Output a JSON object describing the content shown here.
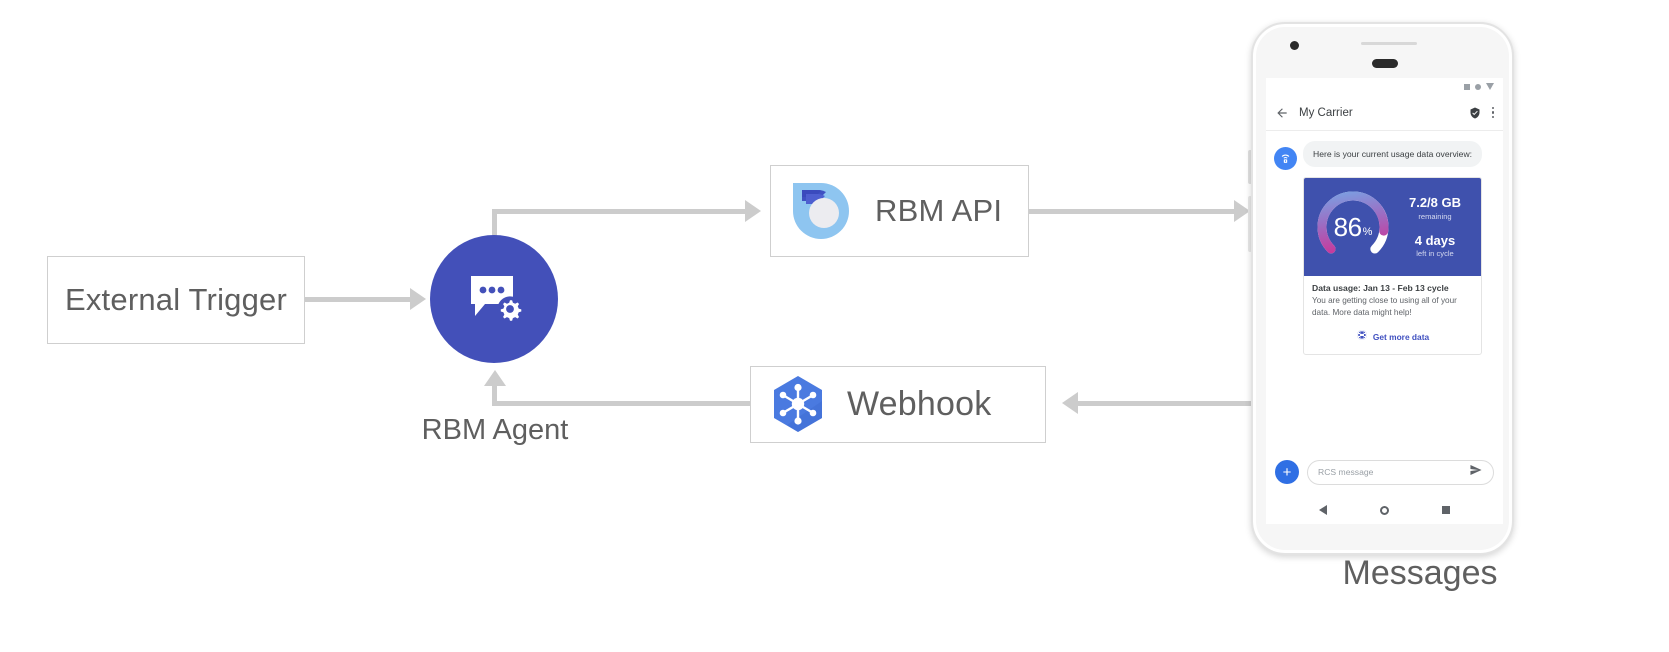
{
  "diagram": {
    "nodes": {
      "external_trigger": {
        "label": "External Trigger"
      },
      "rbm_agent": {
        "label": "RBM Agent",
        "icon": "chat-gear-icon",
        "color": "#4350b9"
      },
      "rbm_api": {
        "label": "RBM API",
        "icon": "rbm-api-droplet-icon"
      },
      "webhook": {
        "label": "Webhook",
        "icon": "webhook-hexagon-nodes-icon",
        "color": "#4a7ae0"
      },
      "messages": {
        "label": "Messages"
      }
    },
    "connector_color": "#cccccc"
  },
  "phone": {
    "status_bar": {
      "icons": [
        "square-icon",
        "circle-icon",
        "triangle-down-icon"
      ]
    },
    "app_bar": {
      "back_icon": "back-arrow-icon",
      "title": "My Carrier",
      "shield_icon": "verified-shield-icon",
      "overflow_icon": "overflow-menu-icon"
    },
    "conversation": {
      "avatar_icon": "wifi-router-avatar-icon",
      "bot_message": "Here is your current usage data overview:",
      "rich_card": {
        "gauge": {
          "percent": "86",
          "percent_symbol": "%",
          "value": 86,
          "track_color": "#ffffff",
          "gradient_start": "#74a9e8",
          "gradient_mid": "#9b6fc4",
          "gradient_end": "#d6278e"
        },
        "data_remaining": "7.2/8 GB",
        "data_remaining_sub": "remaining",
        "days_left": "4 days",
        "days_left_sub": "left in cycle",
        "title": "Data usage: Jan 13 - Feb 13 cycle",
        "description": "You are getting close to using all of your data. More data might help!",
        "action_icon": "globe-icon",
        "action_label": "Get more data",
        "hero_color": "#3f51ad",
        "action_color": "#4050c0"
      }
    },
    "composer": {
      "add_icon": "plus-icon",
      "add_label": "+",
      "placeholder": "RCS message",
      "value": "",
      "send_icon": "send-icon"
    },
    "nav_bar": {
      "back": "nav-back-icon",
      "home": "nav-home-icon",
      "recents": "nav-recents-icon"
    }
  }
}
